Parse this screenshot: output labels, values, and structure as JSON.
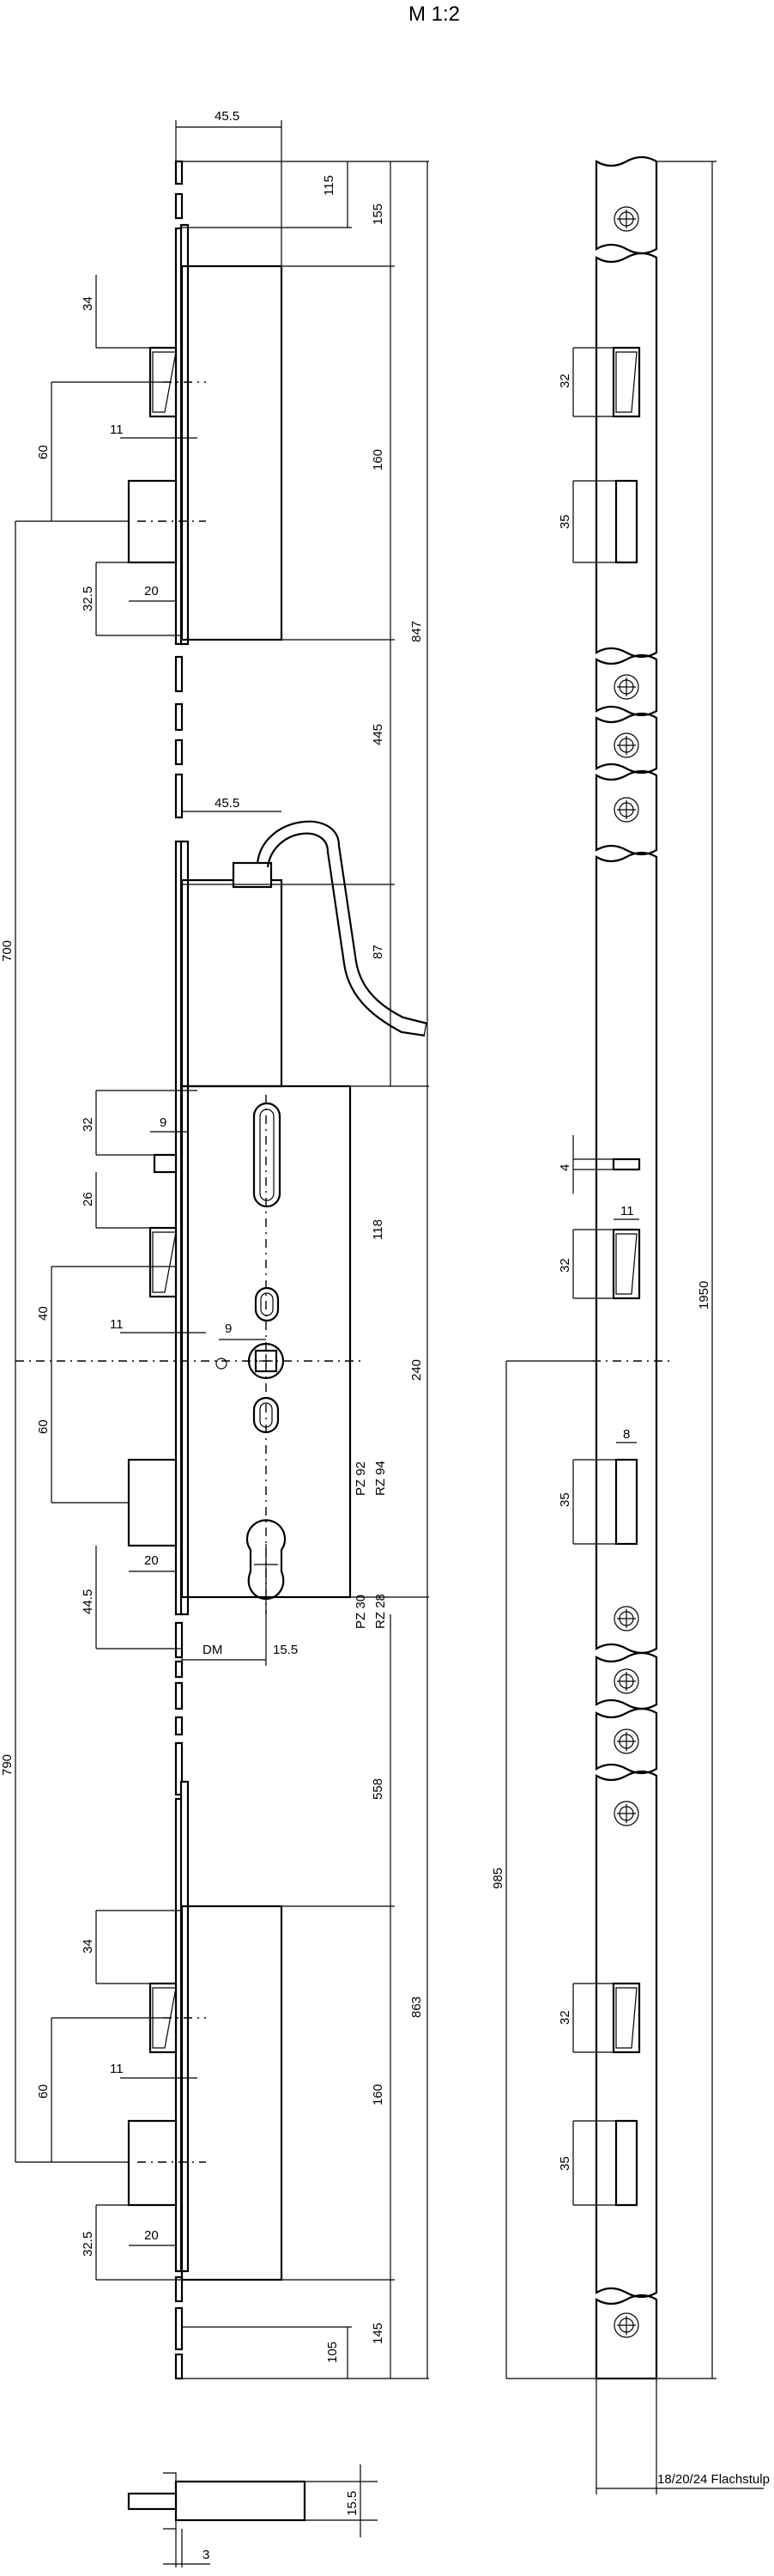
{
  "title": "M 1:2",
  "front_view": {
    "top_width": "45.5",
    "mid_width": "45.5",
    "top_offset": "115",
    "top_section": "155",
    "case_height_top": "160",
    "gap_top": "445",
    "hook_height": "87",
    "overall_top": "847",
    "case_center_height": "118",
    "case_total": "240",
    "gap_bottom": "558",
    "overall_bottom": "863",
    "case_height_bottom": "160",
    "bottom_section": "145",
    "bottom_offset": "105",
    "top_bolt": "34",
    "top_spacing": "60",
    "top_depth": "11",
    "top_latch": "32.5",
    "top_latch_width": "20",
    "center_bolt": "32",
    "center_bolt_width": "9",
    "center_latch": "26",
    "center_spacing": "40",
    "center_depth": "11",
    "follower_offset": "9",
    "center_spacing_lower": "60",
    "center_latch_width": "20",
    "cylinder_offset": "44.5",
    "dm_label": "DM",
    "dm_value": "15.5",
    "pz_92": "PZ 92",
    "rz_94": "RZ 94",
    "pz_30": "PZ 30",
    "rz_28": "RZ 28",
    "distance_upper": "700",
    "distance_lower": "790",
    "bottom_bolt": "34",
    "bottom_spacing": "60",
    "bottom_depth": "11",
    "bottom_latch": "32.5",
    "bottom_latch_width": "20"
  },
  "side_view": {
    "strike_32_top": "32",
    "strike_35_top": "35",
    "slot_4": "4",
    "width_11": "11",
    "strike_32_center": "32",
    "width_8": "8",
    "strike_35_center": "35",
    "total_length": "1950",
    "center_to_bottom": "985",
    "strike_32_bottom": "32",
    "strike_35_bottom": "35",
    "faceplate_label": "18/20/24 Flachstulp"
  },
  "detail": {
    "thickness": "15.5",
    "plate": "3"
  }
}
